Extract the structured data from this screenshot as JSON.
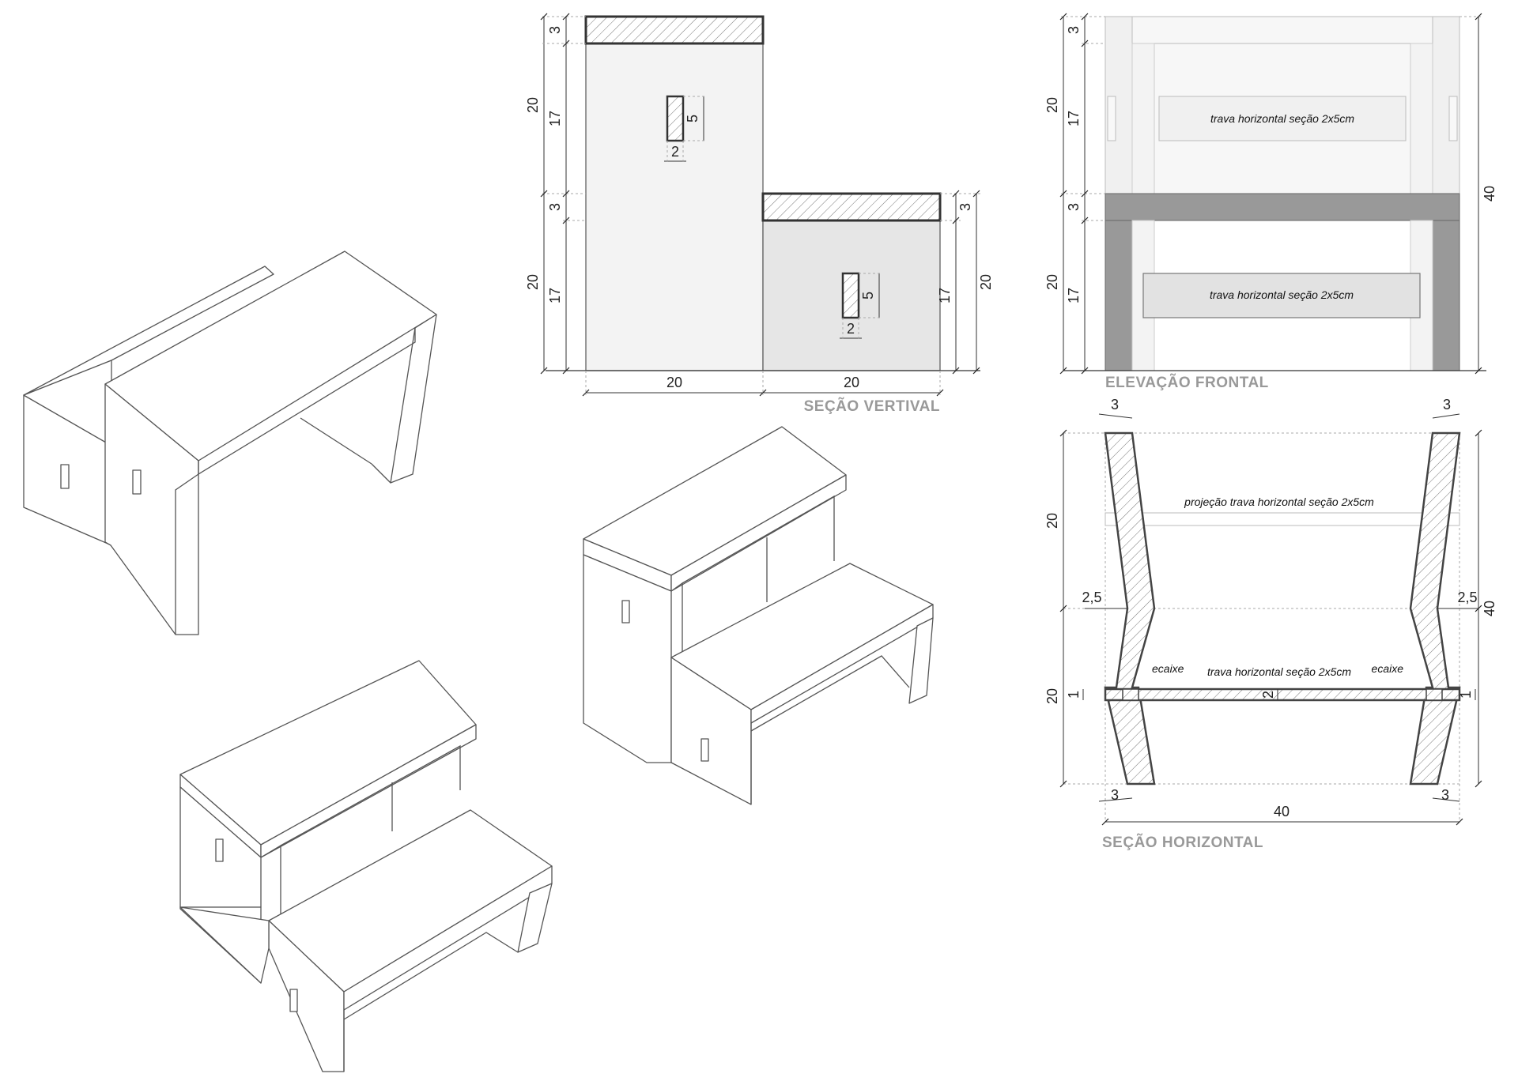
{
  "titles": {
    "vertical_section": "SEÇÃO VERTIVAL",
    "front_elevation": "ELEVAÇÃO FRONTAL",
    "horizontal_section": "SEÇÃO HORIZONTAL"
  },
  "vertical_section": {
    "dim_top_slab": "3",
    "dim_upper_total": "20",
    "dim_upper_leg": "17",
    "dim_mid_slab": "3",
    "dim_lower_total": "20",
    "dim_lower_leg": "17",
    "dim_step_slab": "3",
    "dim_step_leg": "17",
    "dim_step_total": "20",
    "dim_upper_brace_h": "5",
    "dim_upper_brace_w": "2",
    "dim_lower_brace_h": "5",
    "dim_lower_brace_w": "2",
    "dim_width_left": "20",
    "dim_width_right": "20"
  },
  "front_elevation": {
    "dim_top_slab": "3",
    "dim_upper_total": "20",
    "dim_upper_leg": "17",
    "dim_mid_slab": "3",
    "dim_lower_total": "20",
    "dim_lower_leg": "17",
    "dim_overall_height": "40",
    "upper_brace_label": "trava horizontal seção 2x5cm",
    "lower_brace_label": "trava horizontal seção 2x5cm"
  },
  "horizontal_section": {
    "dim_top_left_thickness": "3",
    "dim_top_right_thickness": "3",
    "dim_upper_depth": "20",
    "dim_lower_depth": "20",
    "dim_overall_depth": "40",
    "dim_left_offset": "2,5",
    "dim_right_offset": "2,5",
    "dim_left_notch": "1",
    "dim_right_notch": "1",
    "dim_brace_thickness": "2",
    "dim_bottom_left_thickness": "3",
    "dim_bottom_right_thickness": "3",
    "dim_overall_width": "40",
    "projection_label": "projeção trava horizontal seção 2x5cm",
    "brace_label": "trava horizontal seção 2x5cm",
    "left_joint_label": "ecaixe",
    "right_joint_label": "ecaixe"
  }
}
